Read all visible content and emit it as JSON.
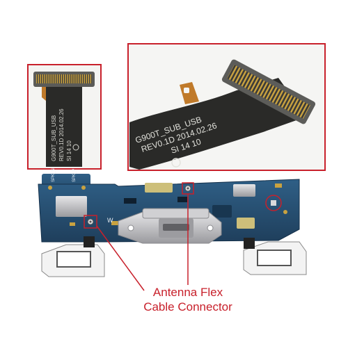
{
  "product_photo": {
    "flex_print_small": [
      "G900T_SUB_USB",
      "REV0.1D 2014.02.26",
      "SI 14 10"
    ],
    "flex_print_zoom": [
      "G900T_SUB_USB",
      "REV0.1D 2014.02.26",
      "SI 14 10"
    ],
    "pcb_markings": [
      "SPK_N",
      "SPK_P",
      "W"
    ]
  },
  "callout": {
    "line1": "Antenna Flex",
    "line2": "Cable Connector",
    "color": "#c8202b"
  },
  "colors": {
    "highlight_red": "#c8202b",
    "flex_cable": "#2a2a28",
    "pcb": "#244a6a",
    "gold_contacts": "#c9a240",
    "usb_port": "#b4b4b6"
  }
}
